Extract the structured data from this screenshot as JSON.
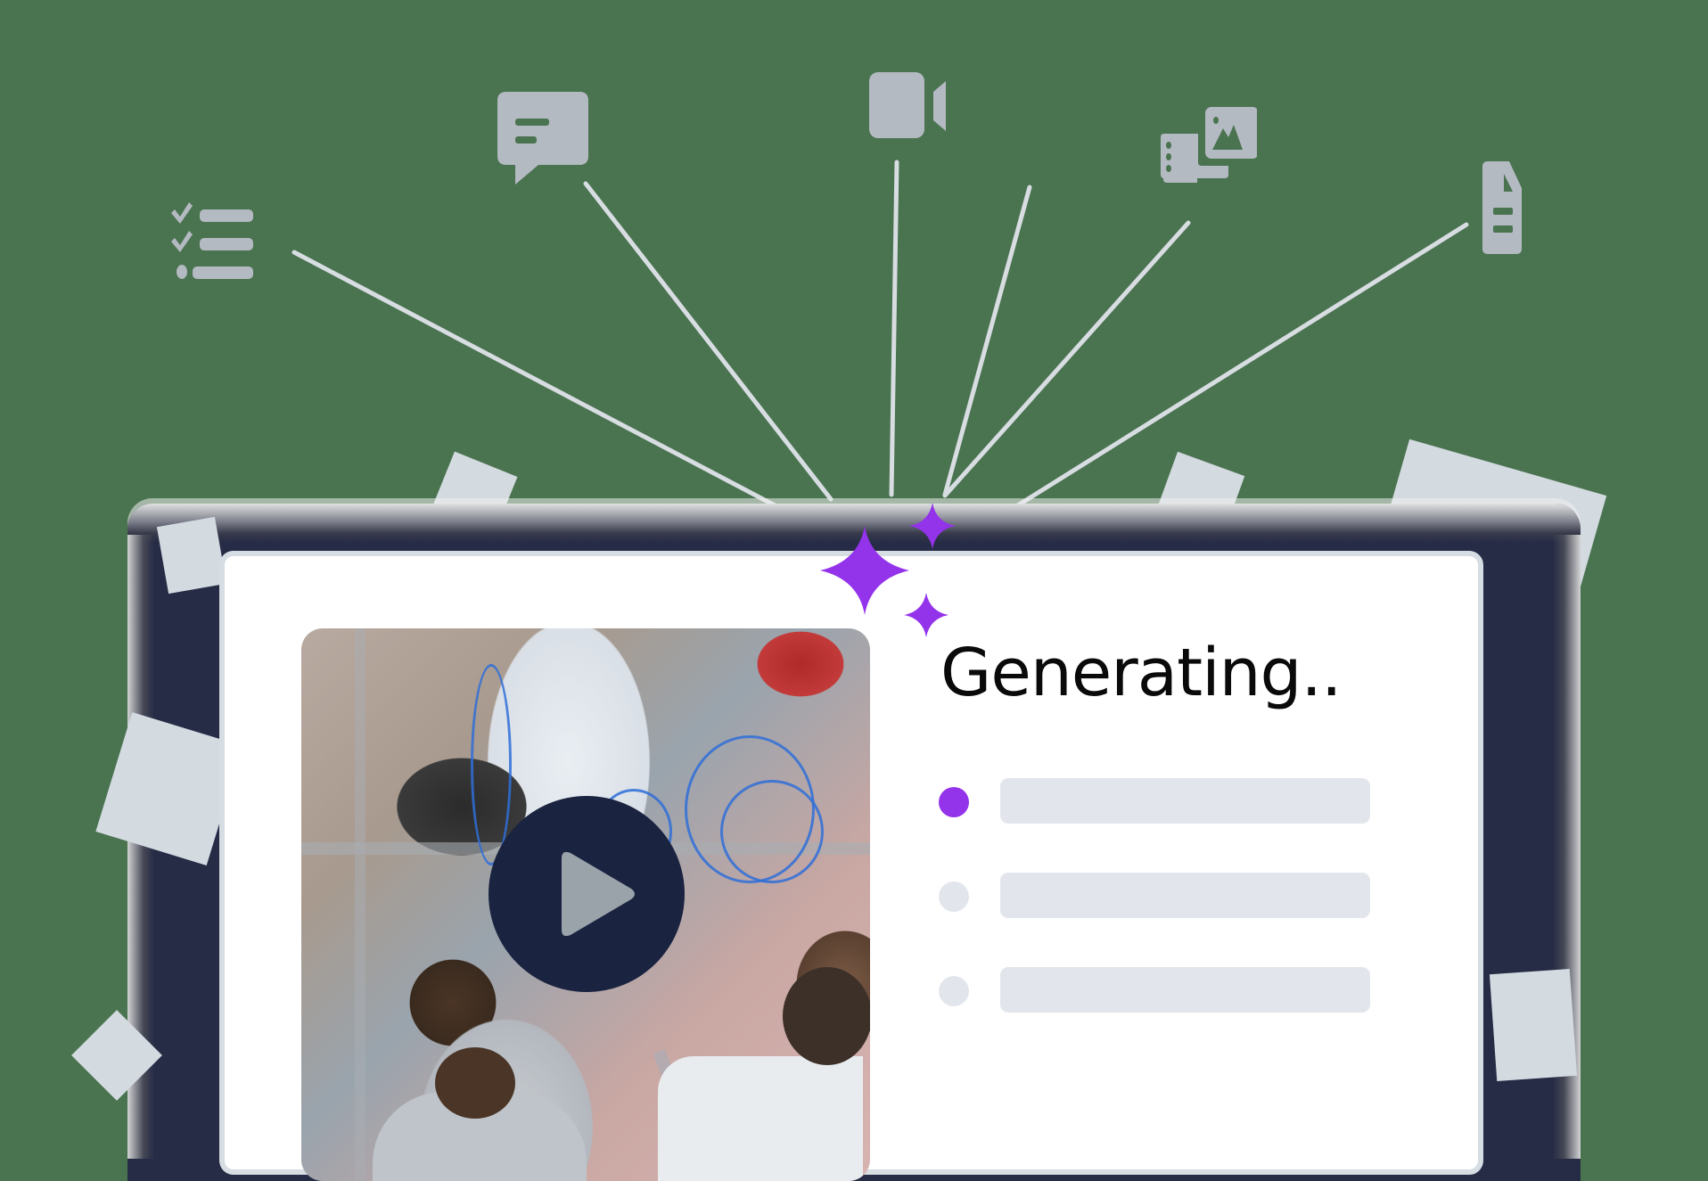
{
  "scene": {
    "description": "AI content generation illustration",
    "background_color": "#4a7350",
    "accent_color": "#9333ea",
    "icon_color": "#b4bac1",
    "frame_color": "#262c46",
    "tile_color": "#d3dae0"
  },
  "source_icons": [
    {
      "name": "checklist-icon",
      "label": "Checklist"
    },
    {
      "name": "chat-icon",
      "label": "Chat message"
    },
    {
      "name": "video-camera-icon",
      "label": "Video"
    },
    {
      "name": "image-gallery-icon",
      "label": "Image gallery"
    },
    {
      "name": "document-icon",
      "label": "Document"
    }
  ],
  "card": {
    "status_title": "Generating..",
    "media": {
      "type": "video",
      "thumbnail_alt": "Two technicians working on an industrial robotic machine, top-down view",
      "play_button_color": "#1a2340"
    },
    "list_items": [
      {
        "state": "active",
        "bullet_color": "#9333ea",
        "placeholder_color": "#e2e6ec"
      },
      {
        "state": "pending",
        "bullet_color": "#e2e6ec",
        "placeholder_color": "#e2e6ec"
      },
      {
        "state": "pending",
        "bullet_color": "#e2e6ec",
        "placeholder_color": "#e2e6ec"
      }
    ]
  }
}
